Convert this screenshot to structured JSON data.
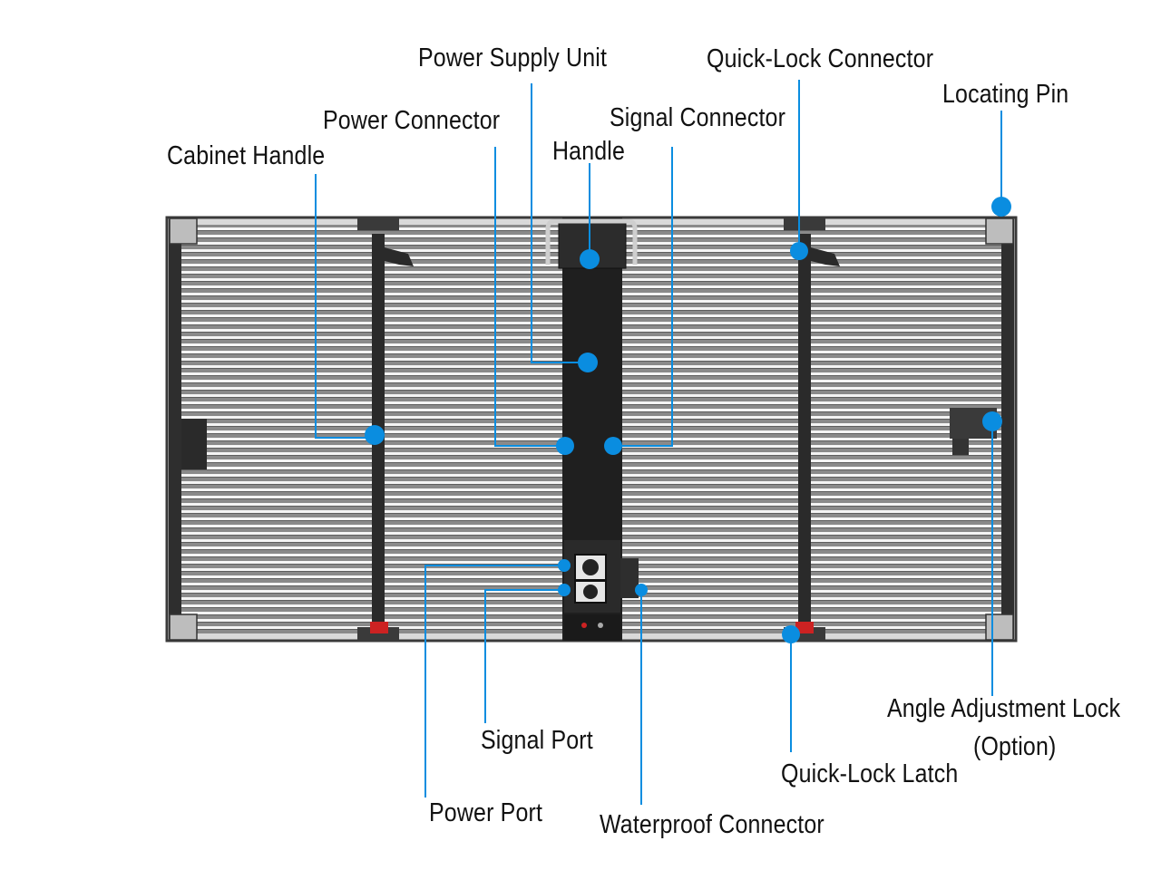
{
  "colors": {
    "background": "#ffffff",
    "callout": "#0a8de0",
    "panel_frame": "#2b2b2b",
    "panel_slat": "#8f8f8f",
    "panel_gap": "#f2f2f2",
    "spine": "#1e1e1e",
    "accent_red": "#cc2222"
  },
  "labels": {
    "power_supply_unit": "Power Supply Unit",
    "quick_lock_connector": "Quick-Lock Connector",
    "locating_pin": "Locating Pin",
    "power_connector": "Power Connector",
    "signal_connector": "Signal Connector",
    "handle": "Handle",
    "cabinet_handle": "Cabinet Handle",
    "angle_adjustment_lock": "Angle Adjustment Lock",
    "angle_adjustment_option": "(Option)",
    "signal_port": "Signal Port",
    "quick_lock_latch": "Quick-Lock Latch",
    "power_port": "Power Port",
    "waterproof_connector": "Waterproof Connector"
  }
}
